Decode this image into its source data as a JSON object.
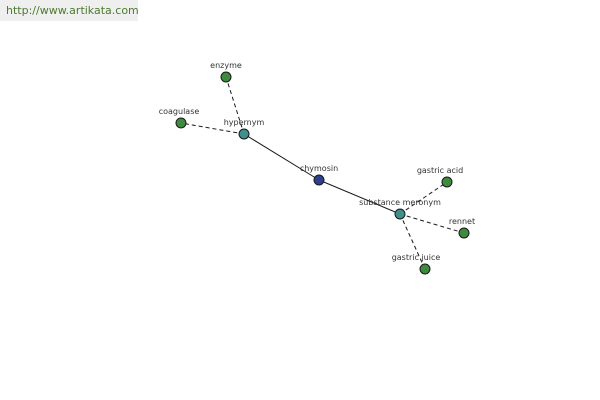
{
  "watermark": {
    "text": "http://www.artikata.com"
  },
  "colors": {
    "center_node": "#2e3f8f",
    "relation_node": "#3f8f8a",
    "leaf_node": "#3f8a3f",
    "edge": "#1a1a1a"
  },
  "graph": {
    "nodes": [
      {
        "id": "chymosin",
        "label": "chymosin",
        "kind": "center"
      },
      {
        "id": "hypernym",
        "label": "hypernym",
        "kind": "relation"
      },
      {
        "id": "substance-meronym",
        "label": "substance meronym",
        "kind": "relation"
      },
      {
        "id": "enzyme",
        "label": "enzyme",
        "kind": "leaf"
      },
      {
        "id": "coagulase",
        "label": "coagulase",
        "kind": "leaf"
      },
      {
        "id": "gastric-acid",
        "label": "gastric acid",
        "kind": "leaf"
      },
      {
        "id": "rennet",
        "label": "rennet",
        "kind": "leaf"
      },
      {
        "id": "gastric-juice",
        "label": "gastric juice",
        "kind": "leaf"
      }
    ],
    "edges": [
      {
        "from": "chymosin",
        "to": "hypernym",
        "style": "solid"
      },
      {
        "from": "chymosin",
        "to": "substance-meronym",
        "style": "solid"
      },
      {
        "from": "hypernym",
        "to": "enzyme",
        "style": "dashed"
      },
      {
        "from": "hypernym",
        "to": "coagulase",
        "style": "dashed"
      },
      {
        "from": "substance-meronym",
        "to": "gastric-acid",
        "style": "dashed"
      },
      {
        "from": "substance-meronym",
        "to": "rennet",
        "style": "dashed"
      },
      {
        "from": "substance-meronym",
        "to": "gastric-juice",
        "style": "dashed"
      }
    ]
  }
}
